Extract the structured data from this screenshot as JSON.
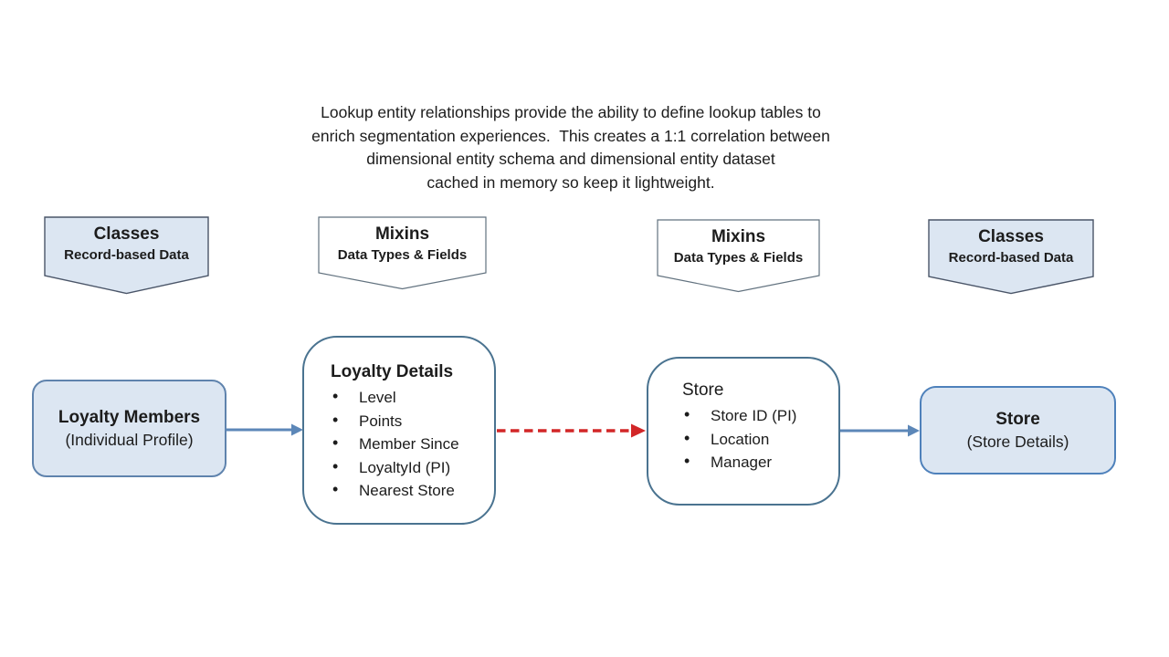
{
  "description": {
    "lines": [
      "Lookup entity relationships provide the ability to define lookup tables to",
      "enrich segmentation experiences.  This creates a 1:1 correlation between",
      "dimensional entity schema and dimensional entity dataset",
      "cached in memory so keep it lightweight."
    ]
  },
  "banners": [
    {
      "title": "Classes",
      "subtitle": "Record-based Data"
    },
    {
      "title": "Mixins",
      "subtitle": "Data Types & Fields"
    },
    {
      "title": "Mixins",
      "subtitle": "Data Types & Fields"
    },
    {
      "title": "Classes",
      "subtitle": "Record-based Data"
    }
  ],
  "entities": [
    {
      "title": "Loyalty Members",
      "subtitle": "(Individual Profile)"
    },
    {
      "title": "Loyalty Details",
      "items": [
        "Level",
        "Points",
        "Member Since",
        "LoyaltyId (PI)",
        "Nearest Store"
      ]
    },
    {
      "title": "Store",
      "items": [
        "Store ID (PI)",
        "Location",
        "Manager"
      ]
    },
    {
      "title": "Store",
      "subtitle": "(Store Details)"
    }
  ],
  "colors": {
    "text": "#1c1c1c",
    "light-blue-fill": "#dce6f2",
    "white-fill": "#ffffff",
    "banner-border-dark": "#4a5568",
    "banner-border-light": "#62727f",
    "box-border-blue": "#5f83ad",
    "box-border-teal": "#4a7390",
    "box-border-accent": "#4e81bb",
    "arrow-blue": "#5c87b8",
    "arrow-red": "#d22627"
  }
}
